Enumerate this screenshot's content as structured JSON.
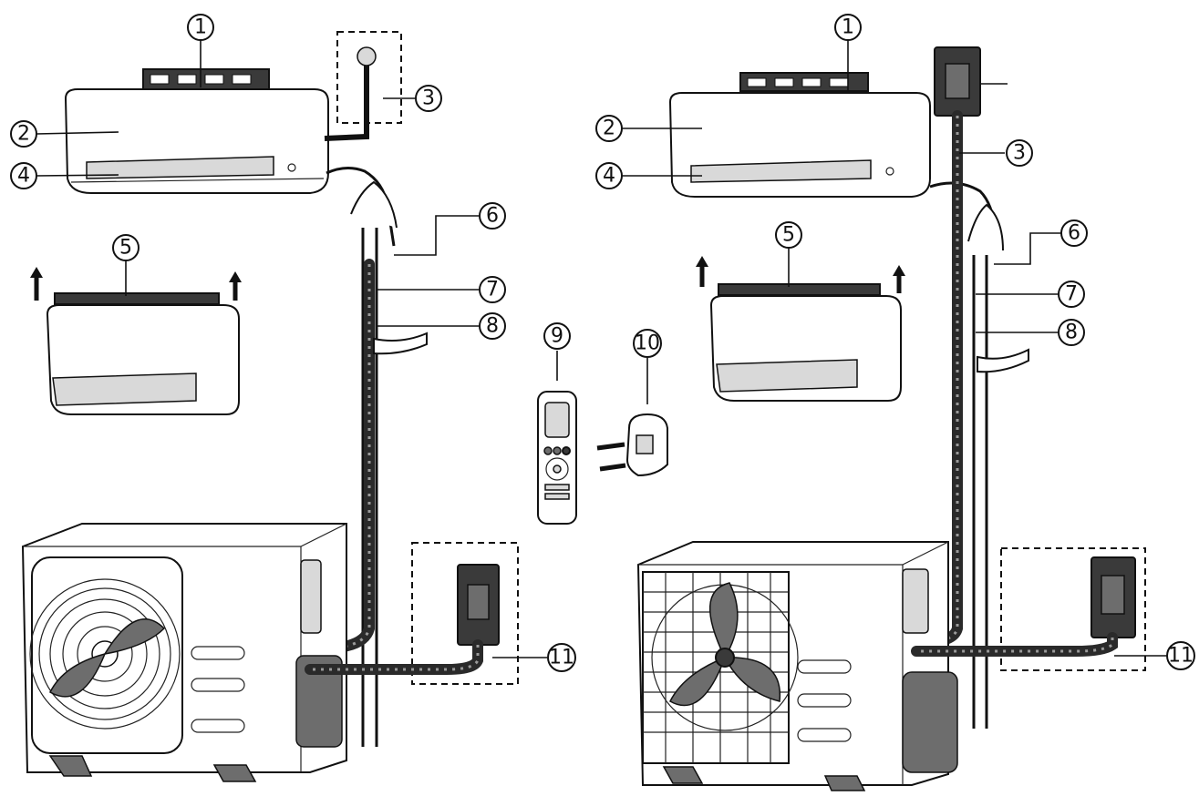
{
  "diagram": {
    "left_view": {
      "callouts": [
        {
          "id": "1",
          "label": "1"
        },
        {
          "id": "2",
          "label": "2"
        },
        {
          "id": "3",
          "label": "3"
        },
        {
          "id": "4",
          "label": "4"
        },
        {
          "id": "5",
          "label": "5"
        },
        {
          "id": "6",
          "label": "6"
        },
        {
          "id": "7",
          "label": "7"
        },
        {
          "id": "8",
          "label": "8"
        },
        {
          "id": "11",
          "label": "11"
        }
      ]
    },
    "center": {
      "callouts": [
        {
          "id": "9",
          "label": "9"
        },
        {
          "id": "10",
          "label": "10"
        }
      ]
    },
    "right_view": {
      "callouts": [
        {
          "id": "1",
          "label": "1"
        },
        {
          "id": "2",
          "label": "2"
        },
        {
          "id": "3",
          "label": "3"
        },
        {
          "id": "4",
          "label": "4"
        },
        {
          "id": "5",
          "label": "5"
        },
        {
          "id": "6",
          "label": "6"
        },
        {
          "id": "7",
          "label": "7"
        },
        {
          "id": "8",
          "label": "8"
        },
        {
          "id": "11",
          "label": "11"
        }
      ]
    },
    "icons": {
      "indoor_unit": "indoor-unit-icon",
      "outdoor_unit": "outdoor-unit-icon",
      "remote": "remote-control-icon",
      "holder": "remote-holder-icon",
      "mounting_plate": "mounting-plate-icon",
      "power_plug": "power-plug-icon",
      "wifi_module": "wifi-module-icon"
    }
  }
}
